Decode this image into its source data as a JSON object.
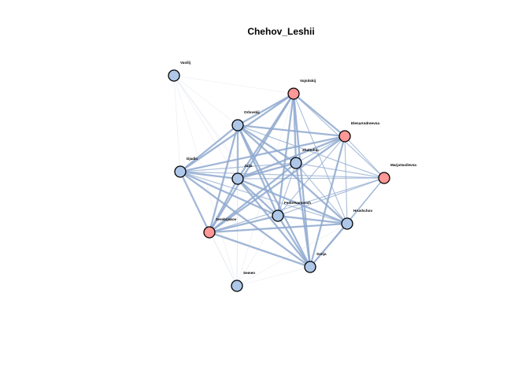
{
  "title": "Chehov_Leshii",
  "colors": {
    "node_default": "#aec7e8",
    "node_highlight": "#ff9896",
    "edge": "#8fa9cf",
    "node_border": "#000000"
  },
  "nodes": [
    {
      "id": "vasilij",
      "label": "Vasilij",
      "group": "default"
    },
    {
      "id": "vojnitskij",
      "label": "Vojnitskij",
      "group": "highlight"
    },
    {
      "id": "orlovskij",
      "label": "Orlovskij",
      "group": "default"
    },
    {
      "id": "elenaandreevna",
      "label": "ElenaAndreevna",
      "group": "highlight"
    },
    {
      "id": "zheltuhin",
      "label": "Zheltuhin",
      "group": "default"
    },
    {
      "id": "mariavasilevna",
      "label": "MarjaVasilevna",
      "group": "highlight"
    },
    {
      "id": "djadin",
      "label": "Djadin",
      "group": "default"
    },
    {
      "id": "julja",
      "label": "Julja",
      "group": "default"
    },
    {
      "id": "fedorivanovich",
      "label": "FedorIvanovich",
      "group": "default"
    },
    {
      "id": "hrushchov",
      "label": "Hrushchov",
      "group": "default"
    },
    {
      "id": "serebrjakov",
      "label": "Serebrjakov",
      "group": "highlight"
    },
    {
      "id": "sonja",
      "label": "Sonja",
      "group": "default"
    },
    {
      "id": "semen",
      "label": "Semen",
      "group": "default"
    }
  ],
  "edges": [
    {
      "source": "vasilij",
      "target": "vojnitskij",
      "weight": 1
    },
    {
      "source": "vasilij",
      "target": "djadin",
      "weight": 1
    },
    {
      "source": "vasilij",
      "target": "orlovskij",
      "weight": 1
    },
    {
      "source": "vasilij",
      "target": "julja",
      "weight": 1
    },
    {
      "source": "vasilij",
      "target": "fedorivanovich",
      "weight": 1
    },
    {
      "source": "vasilij",
      "target": "sonja",
      "weight": 1
    },
    {
      "source": "vasilij",
      "target": "semen",
      "weight": 1
    },
    {
      "source": "vojnitskij",
      "target": "orlovskij",
      "weight": 3
    },
    {
      "source": "vojnitskij",
      "target": "elenaandreevna",
      "weight": 3
    },
    {
      "source": "vojnitskij",
      "target": "zheltuhin",
      "weight": 3
    },
    {
      "source": "vojnitskij",
      "target": "djadin",
      "weight": 3
    },
    {
      "source": "vojnitskij",
      "target": "julja",
      "weight": 3
    },
    {
      "source": "vojnitskij",
      "target": "fedorivanovich",
      "weight": 3
    },
    {
      "source": "vojnitskij",
      "target": "hrushchov",
      "weight": 2
    },
    {
      "source": "vojnitskij",
      "target": "serebrjakov",
      "weight": 3
    },
    {
      "source": "vojnitskij",
      "target": "sonja",
      "weight": 3
    },
    {
      "source": "vojnitskij",
      "target": "mariavasilevna",
      "weight": 2
    },
    {
      "source": "vojnitskij",
      "target": "semen",
      "weight": 1
    },
    {
      "source": "orlovskij",
      "target": "elenaandreevna",
      "weight": 3
    },
    {
      "source": "orlovskij",
      "target": "zheltuhin",
      "weight": 3
    },
    {
      "source": "orlovskij",
      "target": "djadin",
      "weight": 3
    },
    {
      "source": "orlovskij",
      "target": "julja",
      "weight": 3
    },
    {
      "source": "orlovskij",
      "target": "fedorivanovich",
      "weight": 3
    },
    {
      "source": "orlovskij",
      "target": "hrushchov",
      "weight": 3
    },
    {
      "source": "orlovskij",
      "target": "serebrjakov",
      "weight": 3
    },
    {
      "source": "orlovskij",
      "target": "sonja",
      "weight": 3
    },
    {
      "source": "orlovskij",
      "target": "mariavasilevna",
      "weight": 2
    },
    {
      "source": "orlovskij",
      "target": "semen",
      "weight": 1
    },
    {
      "source": "elenaandreevna",
      "target": "zheltuhin",
      "weight": 2
    },
    {
      "source": "elenaandreevna",
      "target": "djadin",
      "weight": 3
    },
    {
      "source": "elenaandreevna",
      "target": "julja",
      "weight": 3
    },
    {
      "source": "elenaandreevna",
      "target": "fedorivanovich",
      "weight": 2
    },
    {
      "source": "elenaandreevna",
      "target": "hrushchov",
      "weight": 2
    },
    {
      "source": "elenaandreevna",
      "target": "serebrjakov",
      "weight": 3
    },
    {
      "source": "elenaandreevna",
      "target": "sonja",
      "weight": 3
    },
    {
      "source": "elenaandreevna",
      "target": "mariavasilevna",
      "weight": 2
    },
    {
      "source": "zheltuhin",
      "target": "djadin",
      "weight": 2
    },
    {
      "source": "zheltuhin",
      "target": "julja",
      "weight": 3
    },
    {
      "source": "zheltuhin",
      "target": "fedorivanovich",
      "weight": 2
    },
    {
      "source": "zheltuhin",
      "target": "hrushchov",
      "weight": 2
    },
    {
      "source": "zheltuhin",
      "target": "serebrjakov",
      "weight": 3
    },
    {
      "source": "zheltuhin",
      "target": "sonja",
      "weight": 3
    },
    {
      "source": "zheltuhin",
      "target": "mariavasilevna",
      "weight": 2
    },
    {
      "source": "djadin",
      "target": "julja",
      "weight": 3
    },
    {
      "source": "djadin",
      "target": "fedorivanovich",
      "weight": 3
    },
    {
      "source": "djadin",
      "target": "hrushchov",
      "weight": 2
    },
    {
      "source": "djadin",
      "target": "serebrjakov",
      "weight": 3
    },
    {
      "source": "djadin",
      "target": "sonja",
      "weight": 3
    },
    {
      "source": "djadin",
      "target": "mariavasilevna",
      "weight": 2
    },
    {
      "source": "djadin",
      "target": "semen",
      "weight": 1
    },
    {
      "source": "julja",
      "target": "fedorivanovich",
      "weight": 3
    },
    {
      "source": "julja",
      "target": "hrushchov",
      "weight": 3
    },
    {
      "source": "julja",
      "target": "serebrjakov",
      "weight": 3
    },
    {
      "source": "julja",
      "target": "sonja",
      "weight": 3
    },
    {
      "source": "julja",
      "target": "mariavasilevna",
      "weight": 2
    },
    {
      "source": "julja",
      "target": "semen",
      "weight": 1
    },
    {
      "source": "fedorivanovich",
      "target": "hrushchov",
      "weight": 3
    },
    {
      "source": "fedorivanovich",
      "target": "serebrjakov",
      "weight": 3
    },
    {
      "source": "fedorivanovich",
      "target": "sonja",
      "weight": 3
    },
    {
      "source": "fedorivanovich",
      "target": "mariavasilevna",
      "weight": 2
    },
    {
      "source": "fedorivanovich",
      "target": "semen",
      "weight": 1
    },
    {
      "source": "hrushchov",
      "target": "serebrjakov",
      "weight": 3
    },
    {
      "source": "hrushchov",
      "target": "sonja",
      "weight": 3
    },
    {
      "source": "hrushchov",
      "target": "mariavasilevna",
      "weight": 2
    },
    {
      "source": "hrushchov",
      "target": "semen",
      "weight": 1
    },
    {
      "source": "serebrjakov",
      "target": "sonja",
      "weight": 3
    },
    {
      "source": "serebrjakov",
      "target": "mariavasilevna",
      "weight": 2
    },
    {
      "source": "serebrjakov",
      "target": "semen",
      "weight": 1
    },
    {
      "source": "sonja",
      "target": "mariavasilevna",
      "weight": 2
    },
    {
      "source": "sonja",
      "target": "semen",
      "weight": 1
    }
  ]
}
